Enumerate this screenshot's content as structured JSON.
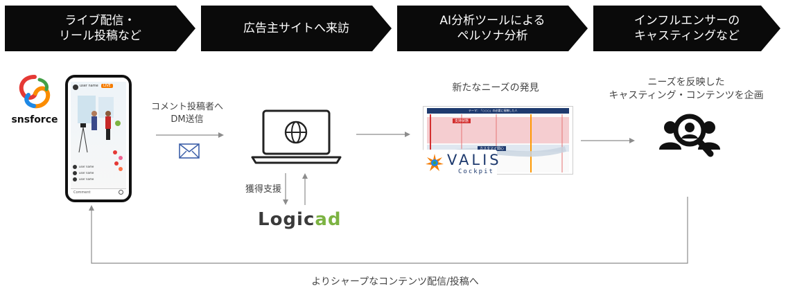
{
  "steps": [
    {
      "label": "ライブ配信・\nリール投稿など"
    },
    {
      "label": "広告主サイトへ来訪"
    },
    {
      "label": "AI分析ツールによる\nペルソナ分析"
    },
    {
      "label": "インフルエンサーの\nキャスティングなど"
    }
  ],
  "brand_sns": "snsforce",
  "phone": {
    "user_name_top": "user name",
    "live_badge": "LIVE",
    "comment_users": [
      "user name",
      "user name",
      "user name"
    ],
    "comment_placeholder": "Comment"
  },
  "edge_dm": "コメント投稿者へ\nDM送信",
  "edge_acquire": "獲得支援",
  "logicad": {
    "part1": "Logic",
    "part2": "ad"
  },
  "needs_title": "新たなニーズの発見",
  "valis": {
    "chart_title": "テーマ：「○○○」の必要に接触した人",
    "box1": "支持状態",
    "box2": "カスタマイ関心",
    "brand_main": "VALIS",
    "brand_sub": "Cockpit"
  },
  "casting_title": "ニーズを反映した\nキャスティング・コンテンツを企画",
  "feedback_label": "よりシャープなコンテンツ配信/投稿へ",
  "colors": {
    "bar": "#0a0a0a",
    "arrow": "#8c8c8c",
    "logicad_dark": "#3a3a3a",
    "logicad_green": "#7cb342",
    "valis_pink": "#f4c2c6",
    "valis_navy": "#1e3a6e"
  }
}
